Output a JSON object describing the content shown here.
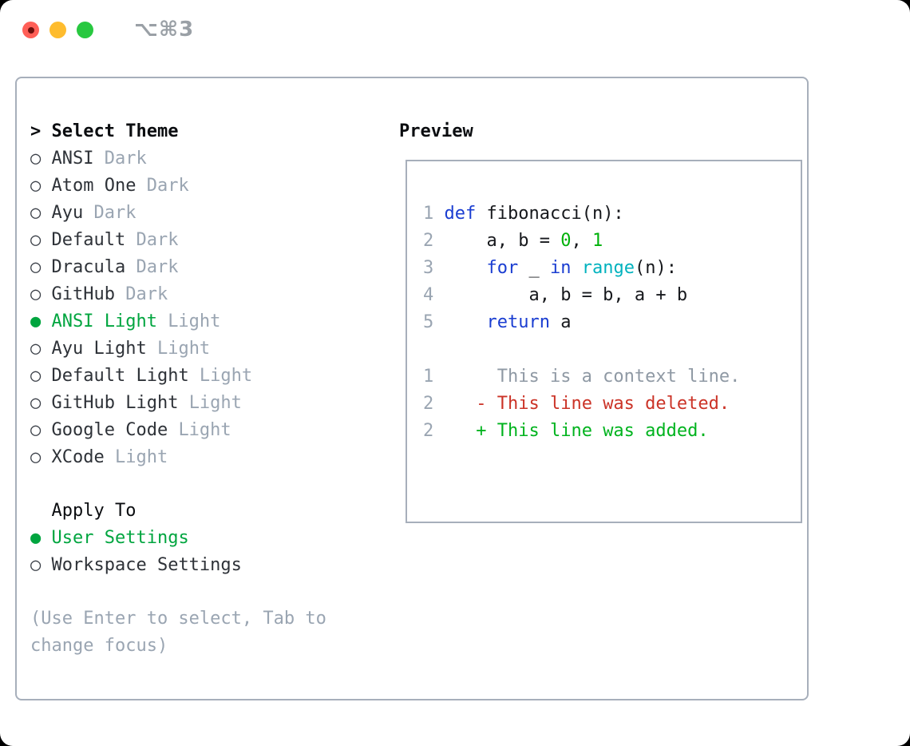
{
  "titlebar": {
    "shortcut": "⌥⌘3",
    "traffic_lights": {
      "close_color": "#ff5f57",
      "minimize_color": "#febc2e",
      "zoom_color": "#28c840"
    }
  },
  "colors": {
    "accent_green": "#00a53f",
    "muted_gray": "#9aa5b2",
    "border_gray": "#a7afbb",
    "syntax_keyword_blue": "#1a3dd1",
    "syntax_builtin_cyan": "#00b2be",
    "syntax_number_green": "#00b10a",
    "diff_deleted_red": "#cb3327",
    "diff_added_green": "#00b31e"
  },
  "theme_panel": {
    "header_prefix": "> ",
    "header": "Select Theme",
    "bullet_unselected": "○",
    "bullet_selected": "●",
    "items": [
      {
        "bullet": "○",
        "label": "ANSI",
        "badge": "Dark",
        "selected": false
      },
      {
        "bullet": "○",
        "label": "Atom One",
        "badge": "Dark",
        "selected": false
      },
      {
        "bullet": "○",
        "label": "Ayu",
        "badge": "Dark",
        "selected": false
      },
      {
        "bullet": "○",
        "label": "Default",
        "badge": "Dark",
        "selected": false
      },
      {
        "bullet": "○",
        "label": "Dracula",
        "badge": "Dark",
        "selected": false
      },
      {
        "bullet": "○",
        "label": "GitHub",
        "badge": "Dark",
        "selected": false
      },
      {
        "bullet": "●",
        "label": "ANSI Light",
        "badge": "Light",
        "selected": true
      },
      {
        "bullet": "○",
        "label": "Ayu Light",
        "badge": "Light",
        "selected": false
      },
      {
        "bullet": "○",
        "label": "Default Light",
        "badge": "Light",
        "selected": false
      },
      {
        "bullet": "○",
        "label": "GitHub Light",
        "badge": "Light",
        "selected": false
      },
      {
        "bullet": "○",
        "label": "Google Code",
        "badge": "Light",
        "selected": false
      },
      {
        "bullet": "○",
        "label": "XCode",
        "badge": "Light",
        "selected": false
      }
    ]
  },
  "apply_panel": {
    "header": "Apply To",
    "items": [
      {
        "bullet": "●",
        "label": "User Settings",
        "badge": "",
        "selected": true
      },
      {
        "bullet": "○",
        "label": "Workspace Settings",
        "badge": "",
        "selected": false
      }
    ]
  },
  "help": {
    "lines": [
      "(Use Enter to select, Tab to",
      "change focus)"
    ]
  },
  "preview": {
    "title": "Preview",
    "lines": [
      {
        "num": "1",
        "segments": [
          {
            "text": "def",
            "style": "keyword"
          },
          {
            "text": " fibonacci(n):",
            "style": "plain"
          }
        ]
      },
      {
        "num": "2",
        "segments": [
          {
            "text": "    a, b = ",
            "style": "plain"
          },
          {
            "text": "0",
            "style": "number"
          },
          {
            "text": ", ",
            "style": "plain"
          },
          {
            "text": "1",
            "style": "number"
          }
        ]
      },
      {
        "num": "3",
        "segments": [
          {
            "text": "    ",
            "style": "plain"
          },
          {
            "text": "for",
            "style": "keyword"
          },
          {
            "text": " _ ",
            "style": "plain"
          },
          {
            "text": "in",
            "style": "keyword"
          },
          {
            "text": " ",
            "style": "plain"
          },
          {
            "text": "range",
            "style": "builtin"
          },
          {
            "text": "(n):",
            "style": "plain"
          }
        ]
      },
      {
        "num": "4",
        "segments": [
          {
            "text": "        a, b = b, a + b",
            "style": "plain"
          }
        ]
      },
      {
        "num": "5",
        "segments": [
          {
            "text": "    ",
            "style": "plain"
          },
          {
            "text": "return",
            "style": "keyword"
          },
          {
            "text": " a",
            "style": "plain"
          }
        ]
      },
      {
        "num": "",
        "segments": []
      },
      {
        "num": "1",
        "segments": [
          {
            "text": "     This is a context line.",
            "style": "context"
          }
        ]
      },
      {
        "num": "2",
        "segments": [
          {
            "text": "   ",
            "style": "plain"
          },
          {
            "text": "- This line was deleted.",
            "style": "deleted"
          }
        ]
      },
      {
        "num": "2",
        "segments": [
          {
            "text": "   ",
            "style": "plain"
          },
          {
            "text": "+ This line was added.",
            "style": "added"
          }
        ]
      }
    ]
  }
}
